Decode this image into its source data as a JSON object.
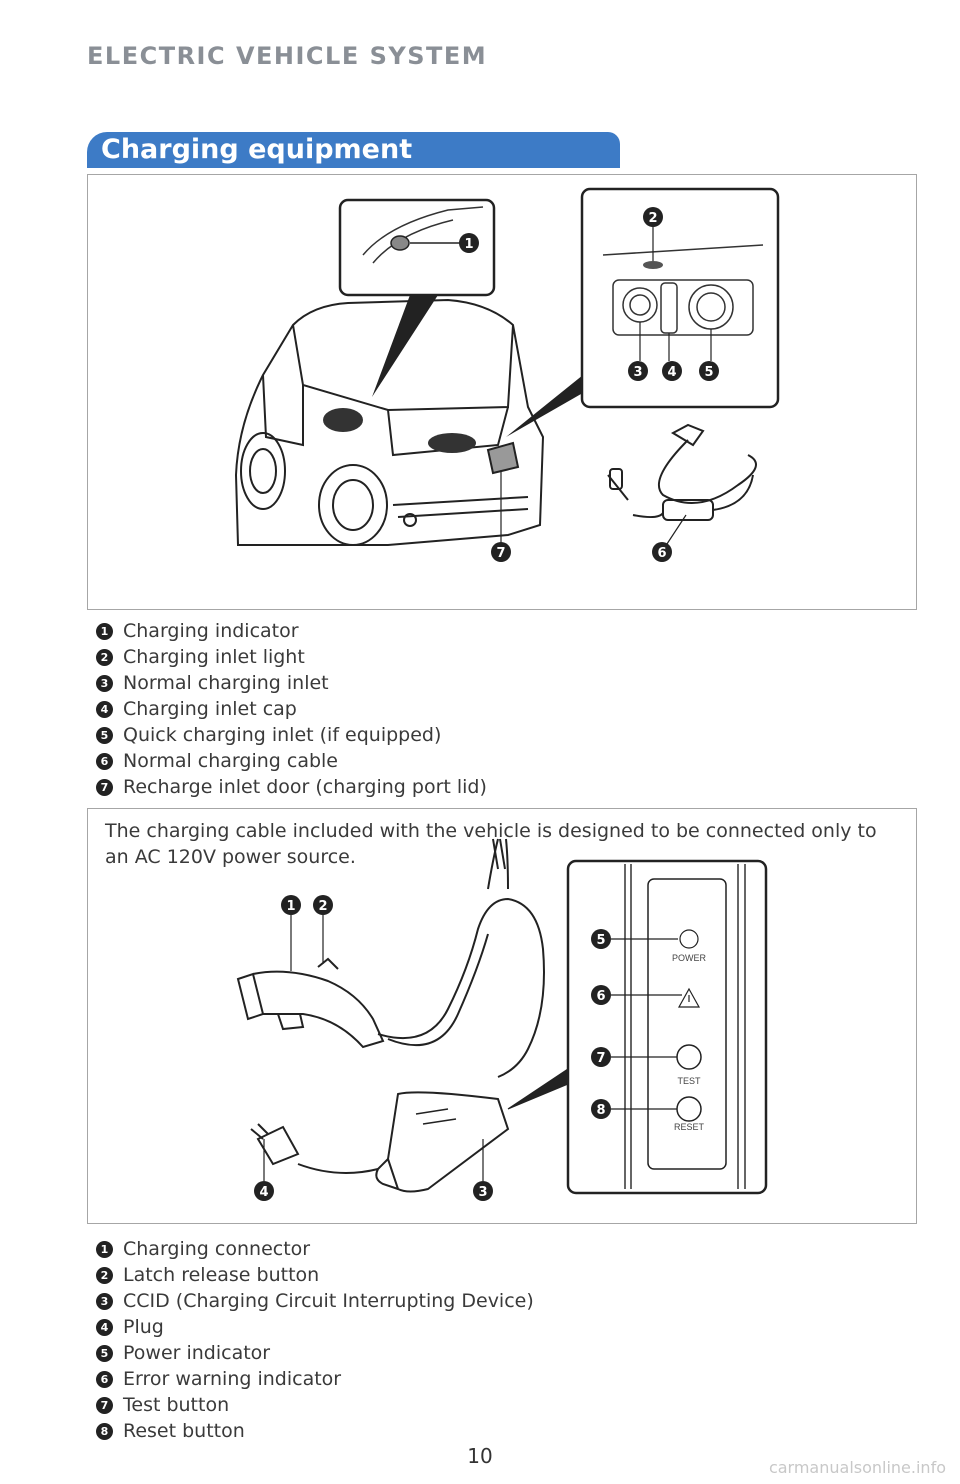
{
  "header": {
    "title": "ELECTRIC VEHICLE SYSTEM"
  },
  "section": {
    "title": "Charging equipment"
  },
  "figure1": {
    "callouts": [
      "1",
      "2",
      "3",
      "4",
      "5",
      "6",
      "7"
    ]
  },
  "list1": [
    {
      "num": "1",
      "label": "Charging indicator"
    },
    {
      "num": "2",
      "label": "Charging inlet light"
    },
    {
      "num": "3",
      "label": "Normal charging inlet"
    },
    {
      "num": "4",
      "label": "Charging inlet cap"
    },
    {
      "num": "5",
      "label": "Quick charging inlet (if equipped)"
    },
    {
      "num": "6",
      "label": "Normal charging cable"
    },
    {
      "num": "7",
      "label": "Recharge inlet door (charging port lid)"
    }
  ],
  "note": "The charging cable included with the vehicle is designed to be connected only to an AC 120V power source.",
  "figure2": {
    "panel_labels": {
      "power": "POWER",
      "test": "TEST",
      "reset": "RESET"
    }
  },
  "list2": [
    {
      "num": "1",
      "label": "Charging connector"
    },
    {
      "num": "2",
      "label": "Latch release button"
    },
    {
      "num": "3",
      "label": "CCID (Charging Circuit Interrupting Device)"
    },
    {
      "num": "4",
      "label": "Plug"
    },
    {
      "num": "5",
      "label": "Power indicator"
    },
    {
      "num": "6",
      "label": "Error warning indicator"
    },
    {
      "num": "7",
      "label": "Test button"
    },
    {
      "num": "8",
      "label": "Reset button"
    }
  ],
  "footer": {
    "page_number": "10",
    "watermark": "carmanualsonline.info"
  },
  "colors": {
    "accent": "#3d7bc6",
    "header_gray": "#8a8f96"
  }
}
